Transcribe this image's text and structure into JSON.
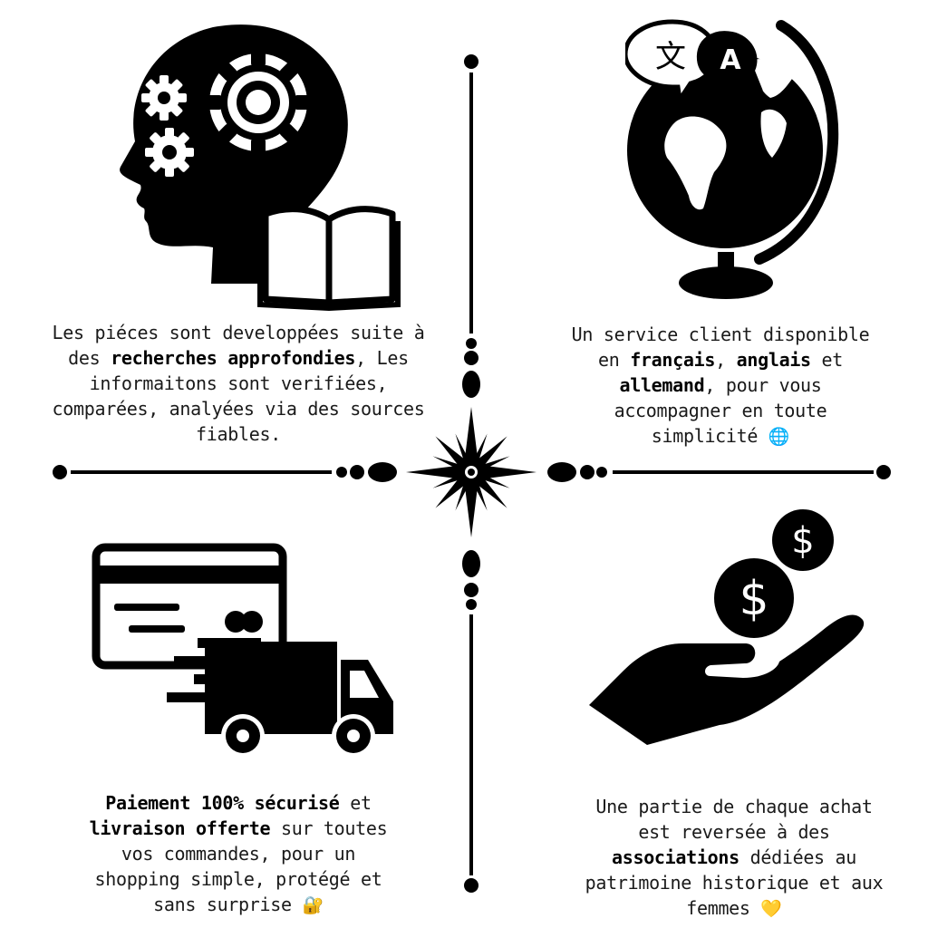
{
  "blocks": {
    "research": {
      "t1": "Les piéces sont developpées suite à",
      "t2": "des ",
      "b1": "recherches approfondies",
      "t3": ", Les",
      "t4": "informaitons sont verifiées,",
      "t5": "comparées, analyées via des sources",
      "t6": "fiables."
    },
    "service": {
      "t1": "Un service client disponible",
      "t2": "en ",
      "b1": "français",
      "t3": ", ",
      "b2": "anglais",
      "t4": " et",
      "b3": "allemand",
      "t5": ", pour vous",
      "t6": "accompagner en toute",
      "t7": "simplicité ",
      "emoji": "🌐"
    },
    "payment": {
      "b1": "Paiement 100% sécurisé",
      "t1": " et",
      "b2": "livraison offerte",
      "t2": " sur toutes",
      "t3": "vos commandes, pour un",
      "t4": "shopping simple, protégé et",
      "t5": "sans surprise ",
      "emoji": "🔐"
    },
    "donation": {
      "t1": "Une partie de chaque achat",
      "t2": "est reversée à des",
      "b1": "associations",
      "t3": " dédiées au",
      "t4": "patrimoine historique et aux",
      "t5": "femmes ",
      "emoji": "💛"
    }
  },
  "icons": {
    "research": "head-gears-book-icon",
    "service": "globe-translate-icon",
    "payment": "card-delivery-truck-icon",
    "donation": "hand-dollar-coins-icon",
    "center": "star-ornament-icon"
  },
  "colors": {
    "ink": "#000000",
    "text": "#1a1a1a",
    "background": "#ffffff"
  }
}
